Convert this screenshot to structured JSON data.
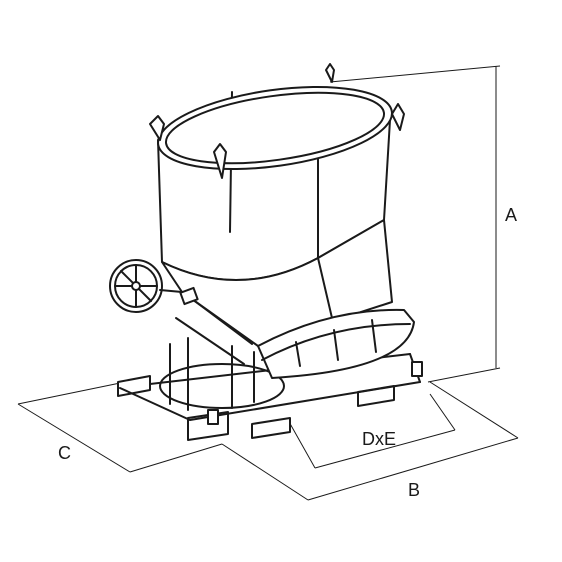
{
  "dimensions": {
    "a": "A",
    "b": "B",
    "c": "C",
    "dxe": "DxE"
  },
  "colors": {
    "line": "#1a1a1a",
    "background": "#ffffff"
  }
}
